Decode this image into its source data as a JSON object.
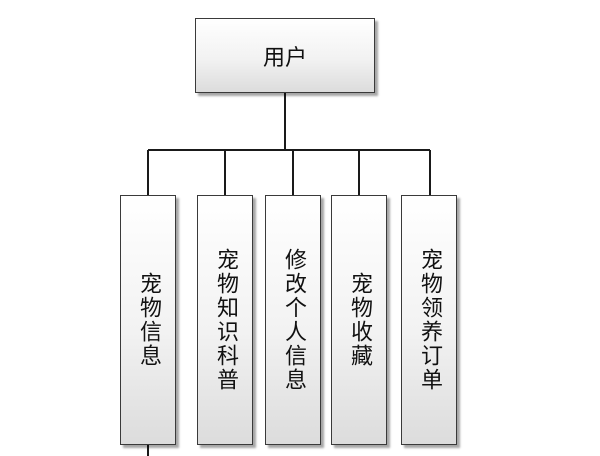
{
  "root": {
    "label": "用户"
  },
  "children": [
    {
      "label": "宠物信息"
    },
    {
      "label": "宠物知识科普"
    },
    {
      "label": "修改个人信息"
    },
    {
      "label": "宠物收藏"
    },
    {
      "label": "宠物领养订单"
    }
  ]
}
